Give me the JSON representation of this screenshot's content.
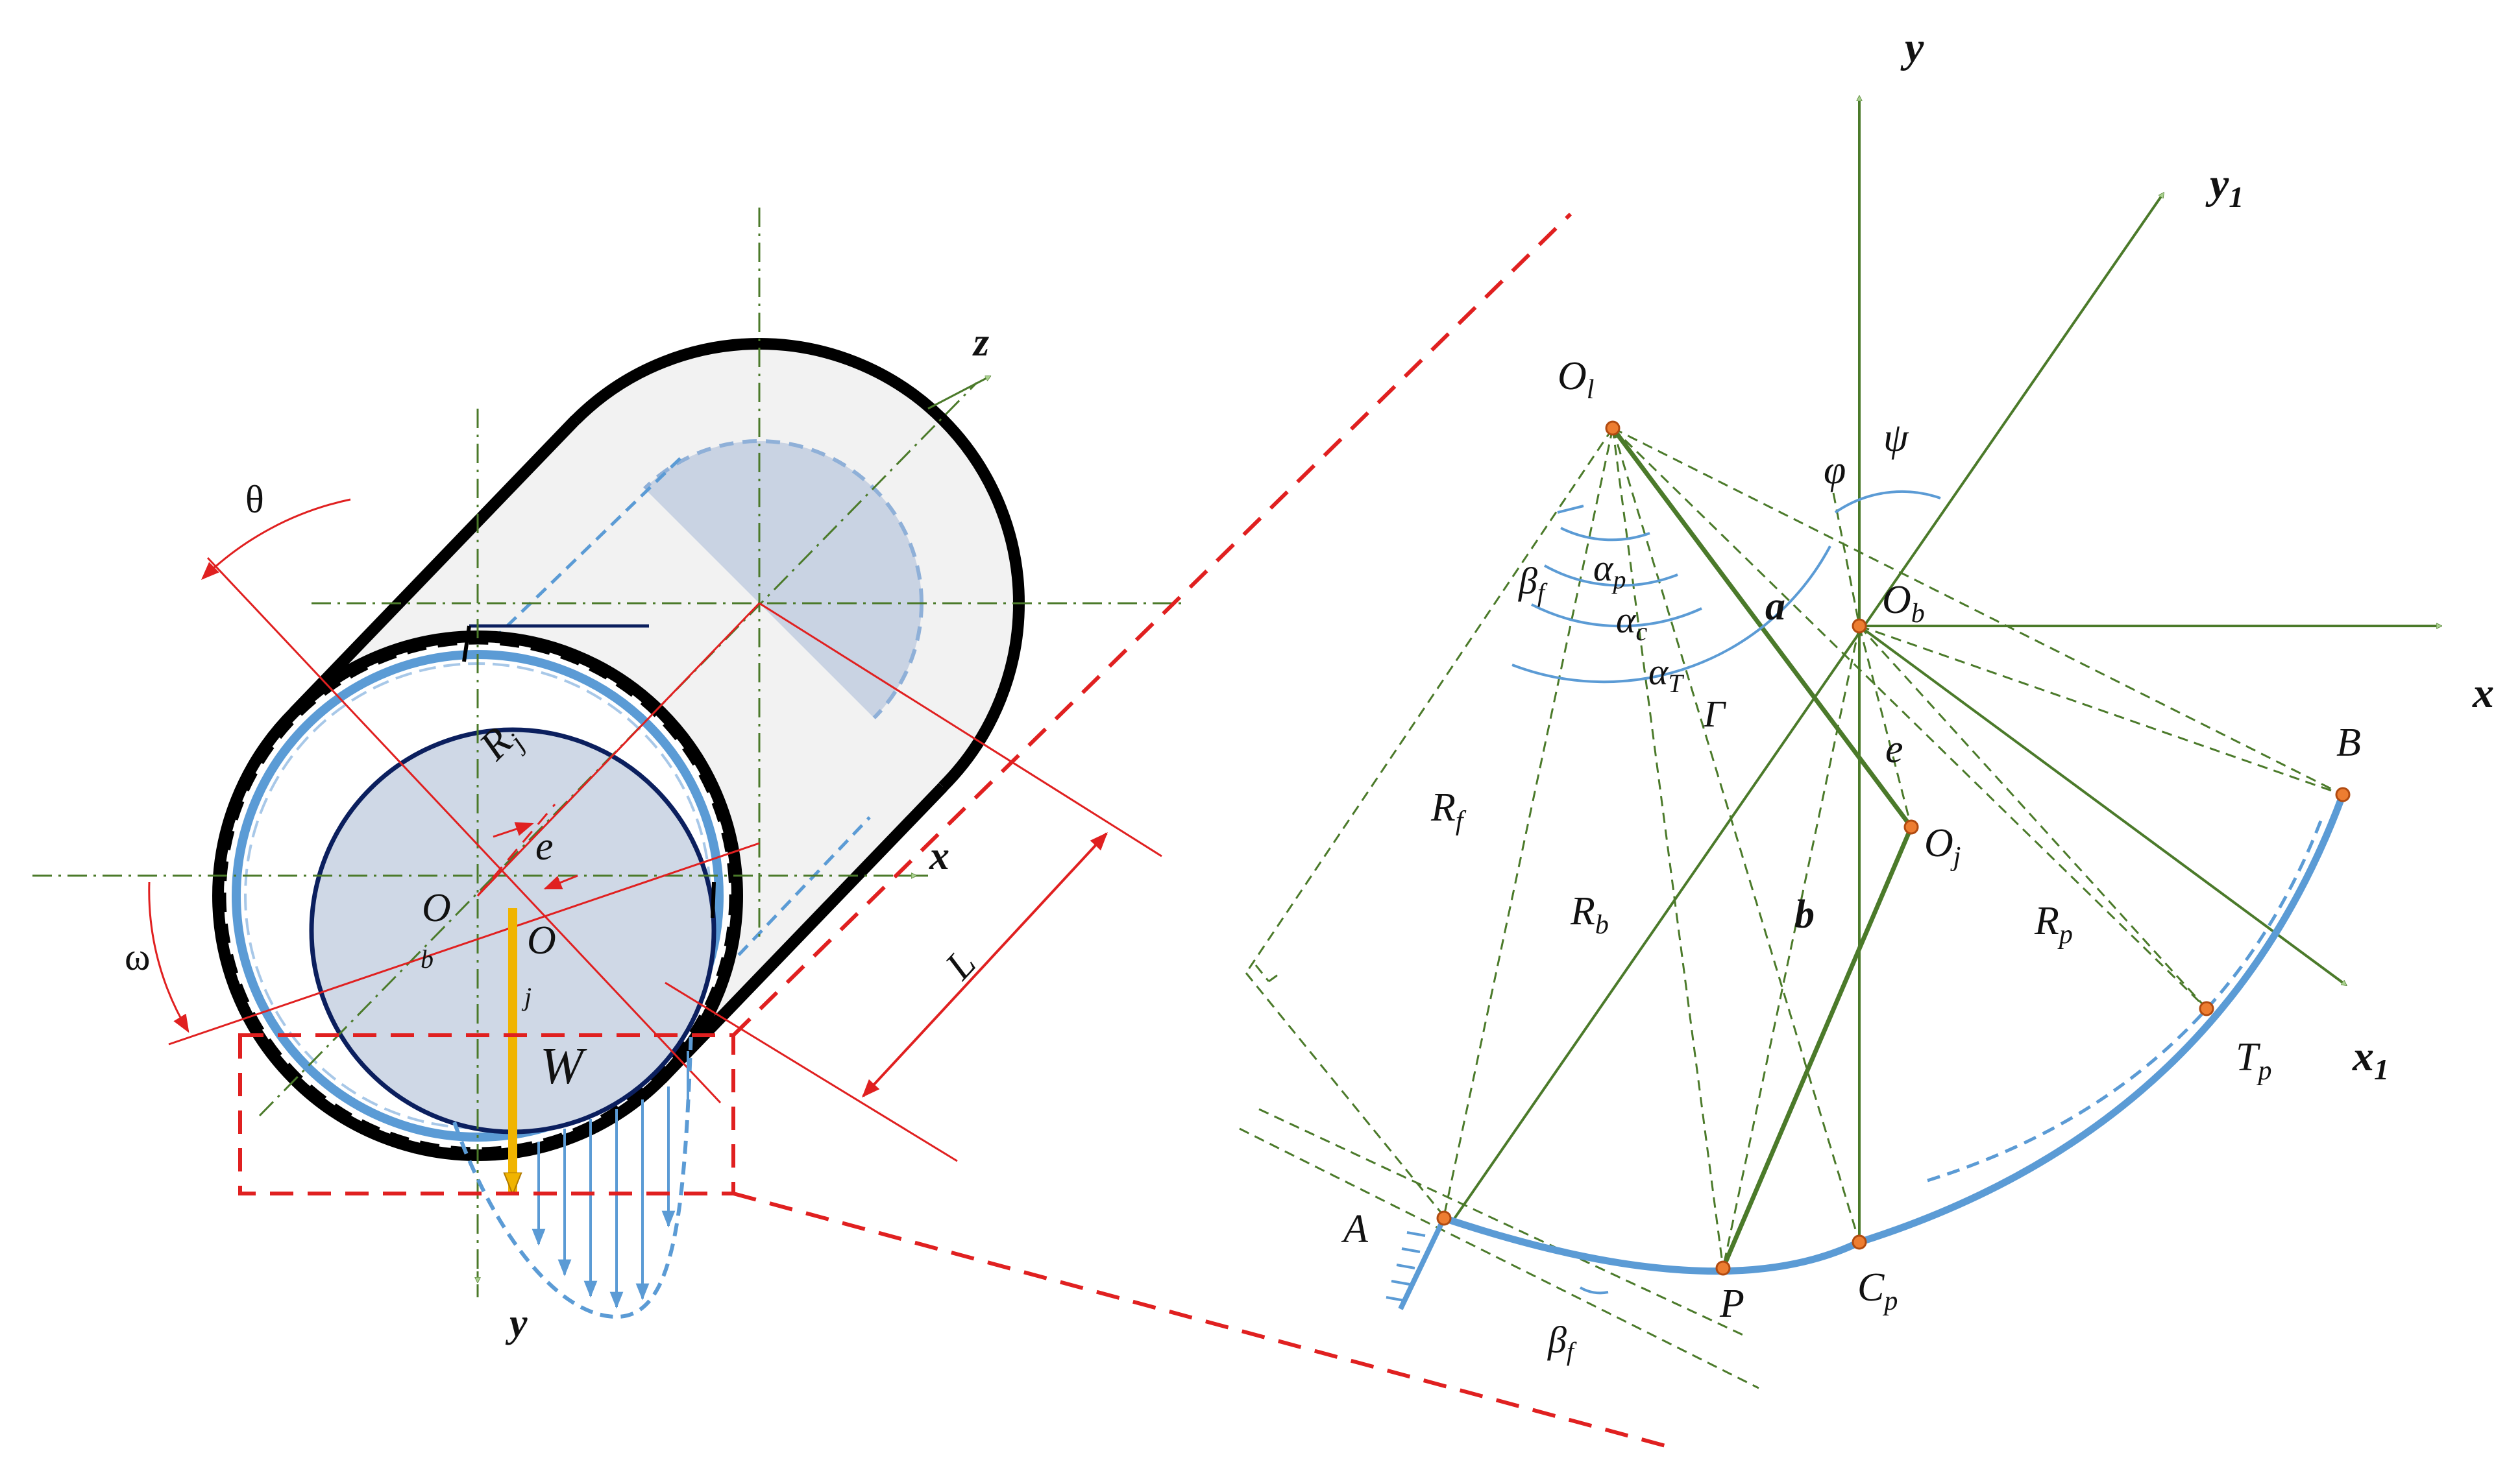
{
  "colors": {
    "green": "#4b7a2a",
    "green_arrow_fill": "#a9d18e",
    "red": "#e02020",
    "blue": "#5b9bd5",
    "load_arrow": "#f0b400",
    "journal_fill": "#cfd8e6",
    "point_fill": "#ed7d31"
  },
  "left_figure": {
    "axis_z": "z",
    "axis_x": "x",
    "axis_y": "y",
    "theta": "θ",
    "omega": "ω",
    "radius": "R",
    "radius_sub": "j",
    "eccentricity": "e",
    "center_bearing": "O",
    "center_bearing_sub": "b",
    "center_journal": "O",
    "center_journal_sub": "j",
    "load": "W",
    "length": "L"
  },
  "right_figure": {
    "axis_y": "y",
    "axis_y1": "y",
    "axis_y1_sub": "1",
    "axis_x": "x",
    "axis_x1": "x",
    "axis_x1_sub": "1",
    "pivot": "O",
    "pivot_sub": "l",
    "bearing_center": "O",
    "bearing_center_sub": "b",
    "journal_center": "O",
    "journal_center_sub": "j",
    "psi": "ψ",
    "phi": "φ",
    "alpha": "α",
    "alpha_p_sub": "p",
    "alpha_c_sub": "c",
    "alpha_T_sub": "T",
    "beta": "β",
    "beta_sub": "f",
    "gamma": "Γ",
    "link_a": "a",
    "link_b": "b",
    "ecc": "e",
    "R": "R",
    "Rf_sub": "f",
    "Rb_sub": "b",
    "Rp_sub": "p",
    "pt_A": "A",
    "pt_B": "B",
    "pt_P": "P",
    "pt_C": "C",
    "pt_C_sub": "p",
    "pt_T": "T",
    "pt_T_sub": "p"
  }
}
